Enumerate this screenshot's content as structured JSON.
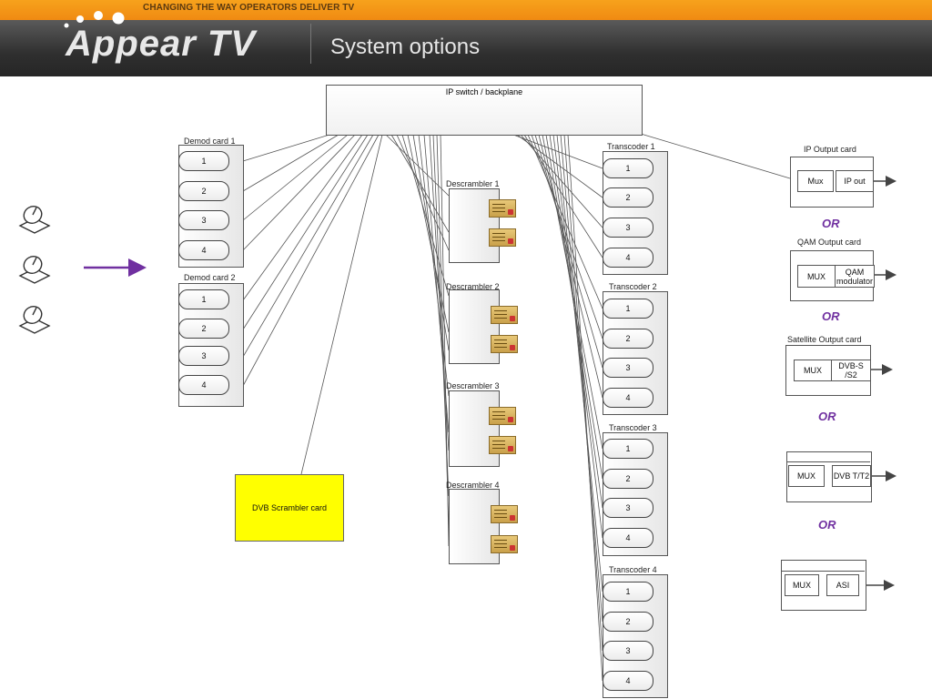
{
  "header": {
    "tagline": "CHANGING THE WAY OPERATORS DELIVER TV",
    "logo_text": "Appear TV",
    "page_title": "System options"
  },
  "diagram": {
    "switch_label": "IP switch / backplane",
    "demod_cards": [
      {
        "label": "Demod card 1",
        "ports": [
          "1",
          "2",
          "3",
          "4"
        ]
      },
      {
        "label": "Demod card 2",
        "ports": [
          "1",
          "2",
          "3",
          "4"
        ]
      }
    ],
    "descramblers": [
      "Descrambler 1",
      "Descrambler 2",
      "Descrambler 3",
      "Descrambler 4"
    ],
    "transcoders": [
      {
        "label": "Transcoder 1",
        "ports": [
          "1",
          "2",
          "3",
          "4"
        ]
      },
      {
        "label": "Transcoder 2",
        "ports": [
          "1",
          "2",
          "3",
          "4"
        ]
      },
      {
        "label": "Transcoder 3",
        "ports": [
          "1",
          "2",
          "3",
          "4"
        ]
      },
      {
        "label": "Transcoder 4",
        "ports": [
          "1",
          "2",
          "3",
          "4"
        ]
      }
    ],
    "scrambler_label": "DVB Scrambler card",
    "output_cards": [
      {
        "title": "IP Output card",
        "left": "Mux",
        "right": "IP out"
      },
      {
        "title": "QAM Output card",
        "left": "MUX",
        "right": "QAM modulator"
      },
      {
        "title": "Satellite Output card",
        "left": "MUX",
        "right": "DVB-S /S2"
      },
      {
        "title": "",
        "left": "MUX",
        "right": "DVB T/T2"
      },
      {
        "title": "",
        "left": "MUX",
        "right": "ASI"
      }
    ],
    "or_label": "OR",
    "colors": {
      "arrow": "#7030a0",
      "scrambler": "#ffff00",
      "or": "#7030a0",
      "orange": "#f08a12"
    }
  }
}
